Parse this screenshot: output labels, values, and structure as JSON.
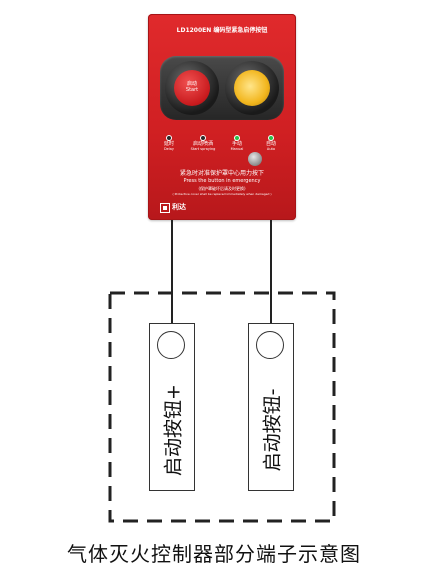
{
  "device": {
    "model": "LD1200EN 编码型紧急启停按钮",
    "start_button": {
      "cn": "启动",
      "en": "Start"
    },
    "indicators": [
      {
        "cn": "延时",
        "en": "Delay",
        "color": "#2a2a2a"
      },
      {
        "cn": "启动喷洒",
        "en": "Start spraying",
        "color": "#2a2a2a"
      },
      {
        "cn": "手动",
        "en": "Manual",
        "color": "#29c24a"
      },
      {
        "cn": "自动",
        "en": "Auto",
        "color": "#29c24a"
      }
    ],
    "instruction_cn": "紧急时对准保护罩中心用力按下",
    "instruction_en": "Press the button in emergency",
    "note_cn": "(保护罩破坏后请及时更换)",
    "note_en": "( Protective cover shall be replaced immediately when damaged )",
    "brand": "利达"
  },
  "terminals": [
    {
      "label": "启动按钮+"
    },
    {
      "label": "启动按钮-"
    }
  ],
  "caption": "气体灭火控制器部分端子示意图",
  "colors": {
    "device_red": "#d82427",
    "line": "#222222",
    "led_green": "#29c24a"
  }
}
